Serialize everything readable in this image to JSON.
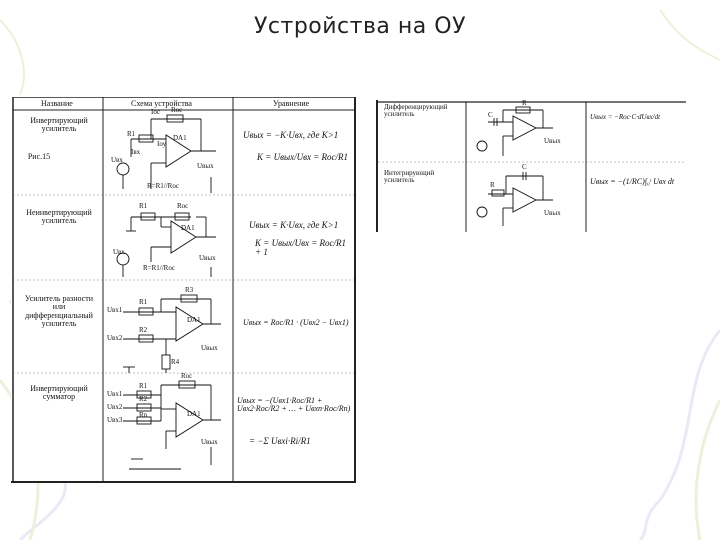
{
  "slide": {
    "title": "Устройства на ОУ"
  },
  "table": {
    "headers": [
      "Название",
      "Схема устройства",
      "Уравнение"
    ],
    "rows": [
      {
        "name": "Инвертирующий усилитель",
        "note": "Рис.15",
        "schematic_labels": {
          "r_oc": "Roc",
          "i_oc": "Iос",
          "r1": "R1",
          "i_in": "Iвх",
          "i_oy": "Iоу",
          "u_in": "Uвх",
          "u_out": "Uвых",
          "r_eq": "R=R1//Roc",
          "da": "DA1"
        },
        "equation_1": "Uвых = −K·Uвх, где K>1",
        "equation_2": "K = Uвых/Uвх = Rос/R1"
      },
      {
        "name": "Неинвертирующий усилитель",
        "schematic_labels": {
          "r1": "R1",
          "r_oc": "Roc",
          "u_in": "Uвх",
          "u_out": "Uвых",
          "r_eq": "R=R1//Roc",
          "da": "DA1"
        },
        "equation_1": "Uвых = K·Uвх, где K>1",
        "equation_2": "K = Uвых/Uвх = Rос/R1 + 1"
      },
      {
        "name": "Усилитель разности или дифференциальный усилитель",
        "schematic_labels": {
          "r1": "R1",
          "r2": "R2",
          "r3": "R3",
          "r4": "R4",
          "u_in1": "Uвх1",
          "u_in2": "Uвх2",
          "u_out": "Uвых",
          "da": "DA1"
        },
        "equation_1": "Uвых = Rос/R1 · (Uвх2 − Uвх1)"
      },
      {
        "name": "Инвертирующий сумматор",
        "schematic_labels": {
          "r1": "R1",
          "r2": "R2",
          "r_n": "Rn",
          "r_oc": "Roc",
          "u_in1": "Uвх1",
          "u_in2": "Uвх2",
          "u_in3": "Uвх3",
          "u_out": "Uвых",
          "da": "DA1"
        },
        "equation_1": "Uвых = −(Uвх1·Rос/R1 + Uвх2·Rос/R2 + … + Uвхn·Rос/Rn)",
        "equation_2": "= −Σ Uвхi·Ri/R1"
      }
    ]
  },
  "right_table": {
    "rows": [
      {
        "name": "Дифференцирующий усилитель",
        "schematic_labels": {
          "r": "R",
          "c": "C",
          "u_out": "Uвых"
        },
        "equation": "Uвых = −Rос·C·dUвх/dt"
      },
      {
        "name": "Интегрирующий усилитель",
        "schematic_labels": {
          "r": "R",
          "c": "C",
          "u_out": "Uвых"
        },
        "equation": "Uвых = −(1/RC)∫₀ᵗ Uвх dt"
      }
    ]
  },
  "colors": {
    "background": "#ffffff",
    "ink": "#111111",
    "deco": "#e8ecd4"
  }
}
